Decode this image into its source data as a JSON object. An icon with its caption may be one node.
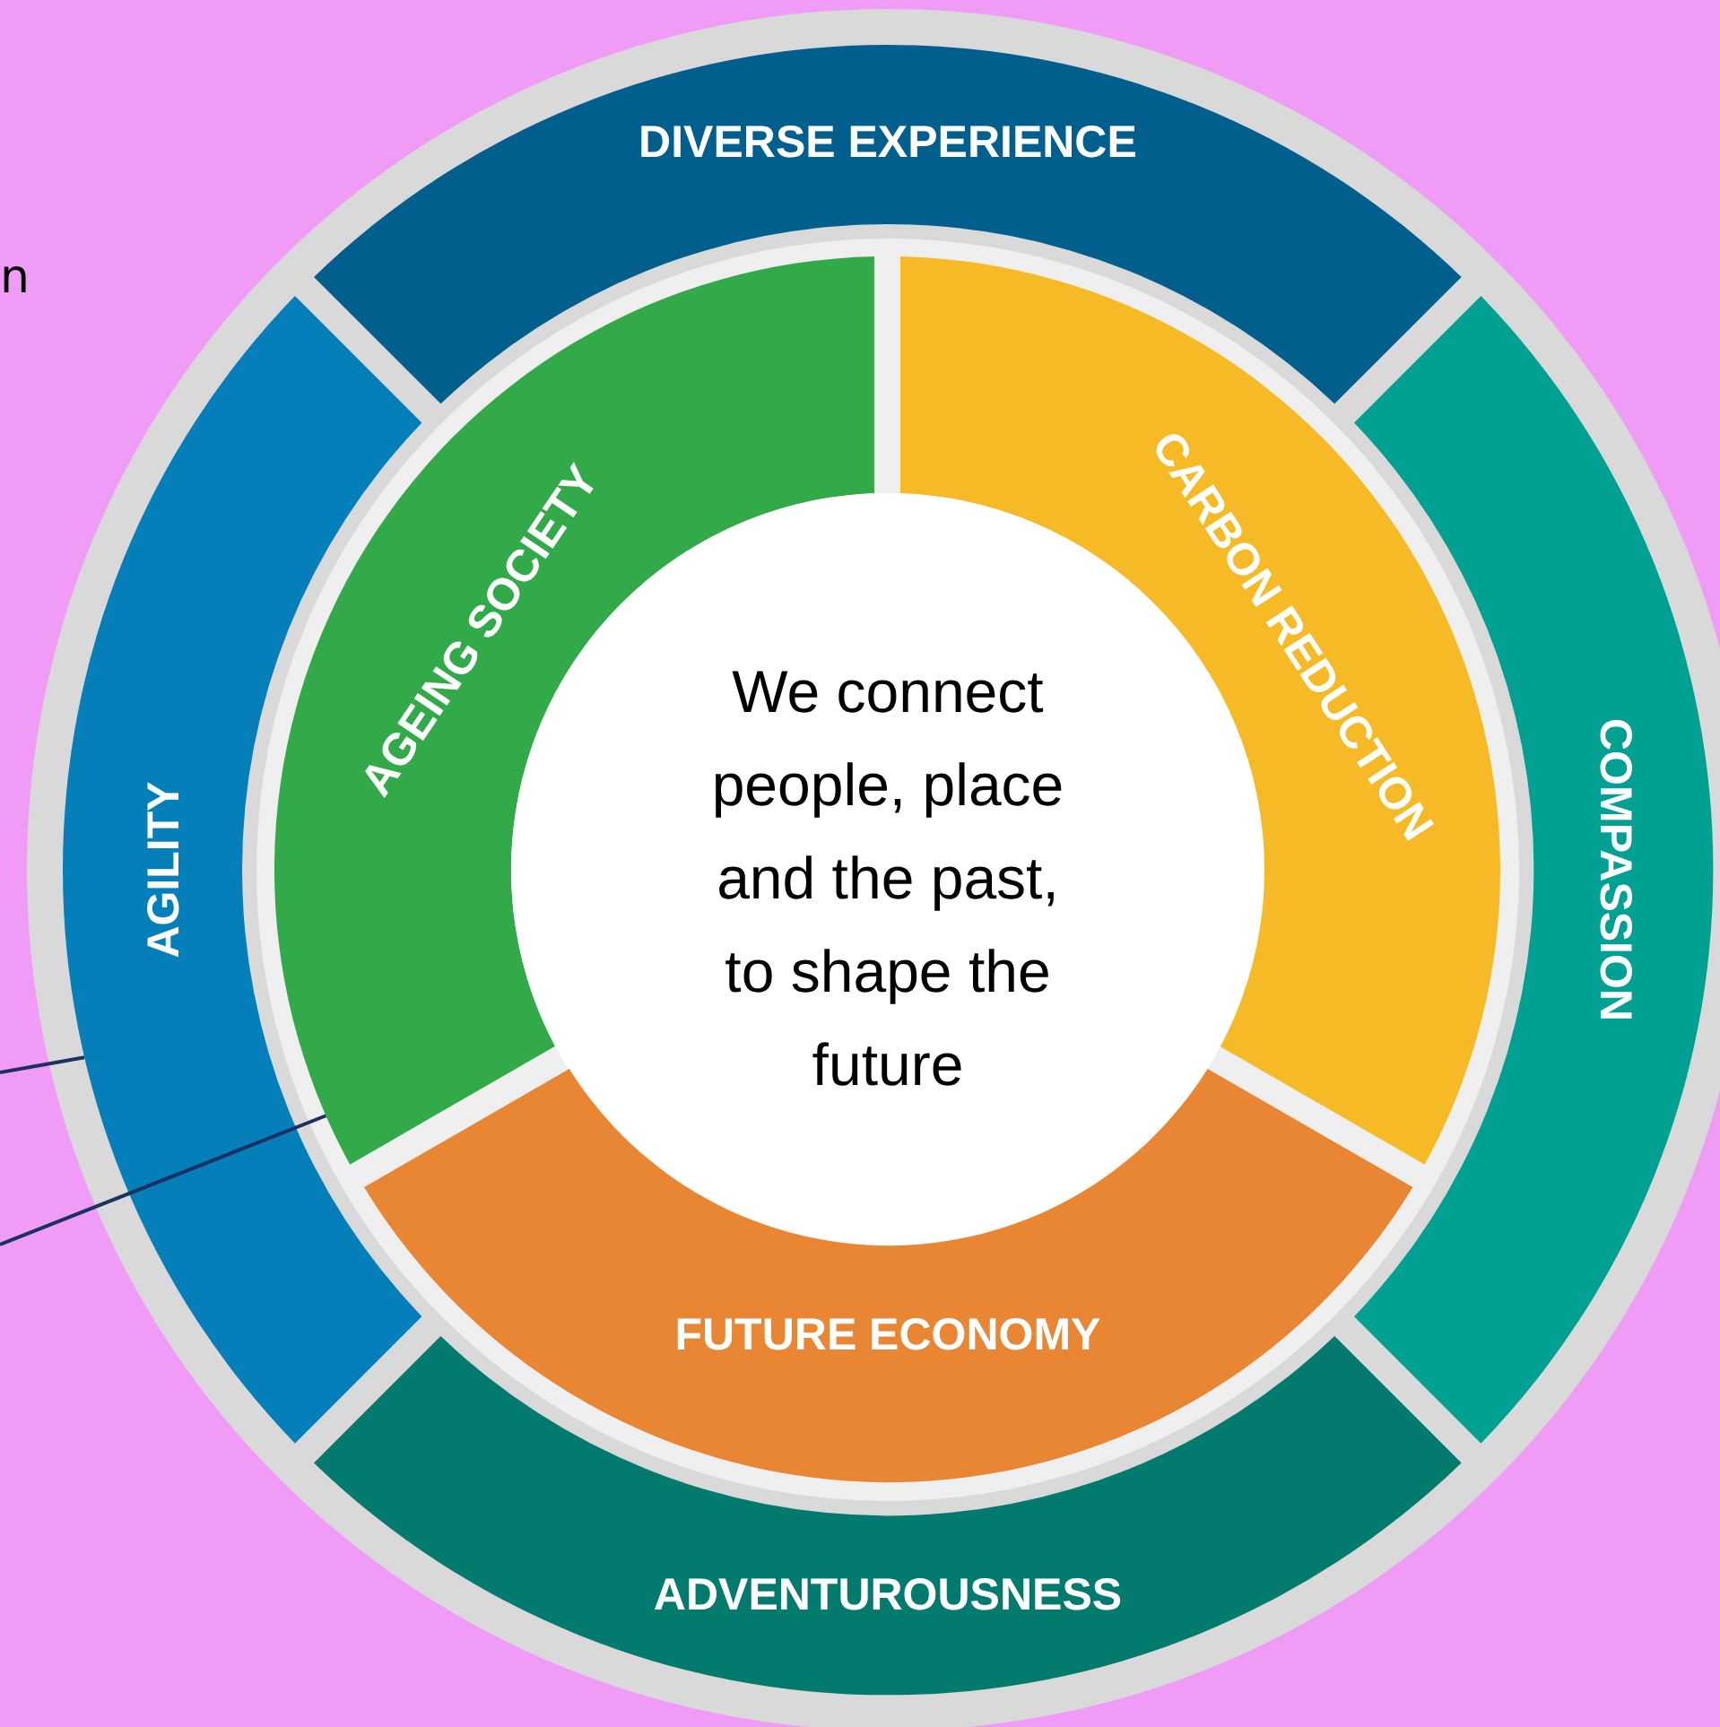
{
  "diagram": {
    "nodes": [
      {
        "text": [
          "DIVERSE EXPERIENCE"
        ]
      },
      {
        "text": [
          "AGEING SOCIETY"
        ]
      },
      {
        "text": [
          "CARBON REDUCTION"
        ]
      },
      {
        "text": [
          "AGILITY"
        ]
      },
      {
        "text": [
          "We connect people, place and the past, to shape the future"
        ]
      },
      {
        "text": [
          "COMPASSION"
        ]
      },
      {
        "text": [
          "FUTURE ECONOMY"
        ]
      },
      {
        "text": [
          "ADVENTUROUSNESS"
        ]
      }
    ],
    "edges": [
      {
        "from": null,
        "to": 3,
        "arrow": "none"
      },
      {
        "from": null,
        "to": 1,
        "arrow": "none"
      }
    ],
    "labels": [
      "n"
    ]
  }
}
